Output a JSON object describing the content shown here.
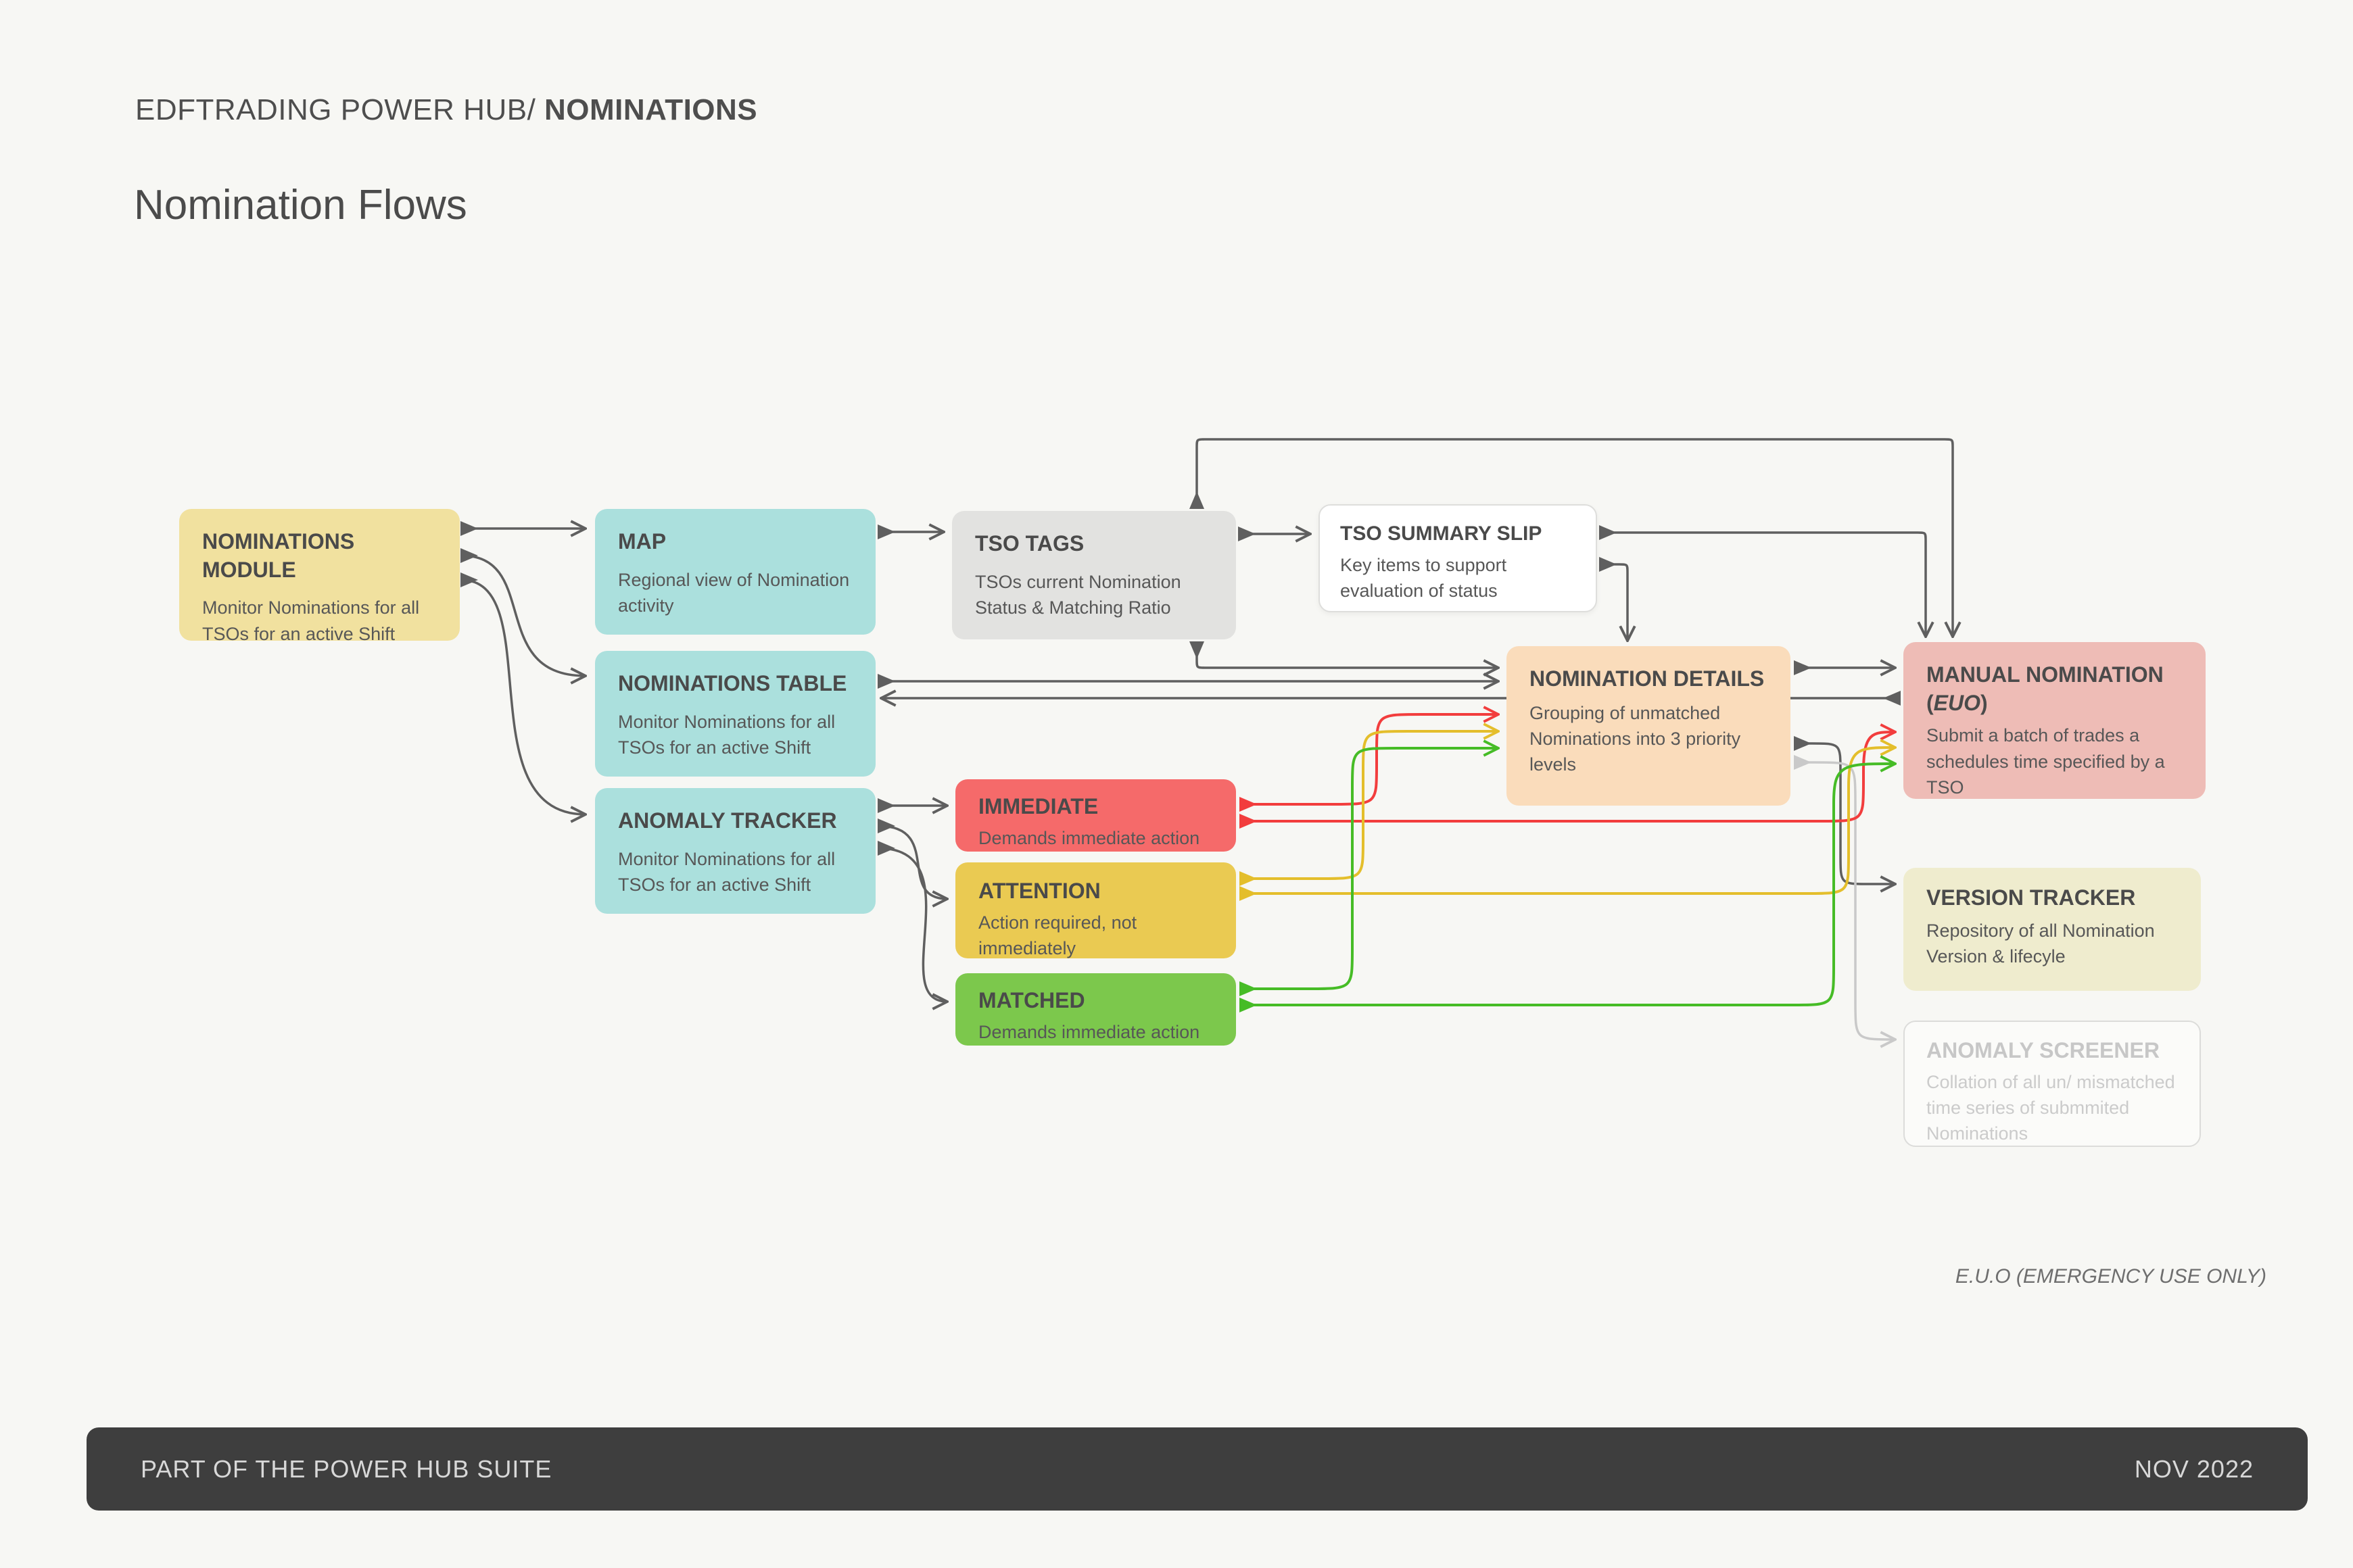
{
  "header": {
    "product": "EDFTRADING POWER HUB/ ",
    "section": "NOMINATIONS"
  },
  "page_title": "Nomination Flows",
  "footnote": "E.U.O (EMERGENCY USE ONLY)",
  "footer": {
    "left": "PART OF THE POWER HUB SUITE",
    "right": "NOV 2022"
  },
  "nodes": {
    "module": {
      "title": "NOMINATIONS MODULE",
      "desc": "Monitor Nominations for all TSOs for an active Shift"
    },
    "map": {
      "title": "MAP",
      "desc": "Regional view of Nomination activity"
    },
    "table": {
      "title": "NOMINATIONS TABLE",
      "desc": "Monitor Nominations for all TSOs for an active Shift"
    },
    "tracker": {
      "title": "ANOMALY TRACKER",
      "desc": "Monitor Nominations for all TSOs for an active Shift"
    },
    "tags": {
      "title": "TSO TAGS",
      "desc": "TSOs current Nomination Status & Matching Ratio"
    },
    "slip": {
      "title": "TSO SUMMARY SLIP",
      "desc": "Key items to support evaluation of status"
    },
    "details": {
      "title": "NOMINATION DETAILS",
      "desc": "Grouping of unmatched Nominations into 3 priority levels"
    },
    "manual": {
      "title_pre": "MANUAL NOMINATION (",
      "title_euo": "EUO",
      "title_post": ")",
      "desc": "Submit a batch of trades a schedules time specified by a TSO"
    },
    "immediate": {
      "title": "IMMEDIATE",
      "desc": "Demands immediate action"
    },
    "attention": {
      "title": "ATTENTION",
      "desc": "Action required, not immediately"
    },
    "matched": {
      "title": "MATCHED",
      "desc": "Demands immediate action"
    },
    "version": {
      "title": "VERSION TRACKER",
      "desc": "Repository of all Nomination Version & lifecyle"
    },
    "screener": {
      "title": "ANOMALY SCREENER",
      "desc": "Collation of all un/ mismatched time series of submmited Nominations"
    }
  },
  "colors": {
    "background": "#F7F7F4",
    "node_module": "#F1E19F",
    "node_teal": "#ABE0DD",
    "node_tags": "#E2E2E0",
    "node_details": "#FADCBB",
    "node_manual": "#EEBCB6",
    "node_immediate": "#F56A6A",
    "node_attention": "#EACA52",
    "node_matched": "#7CC84C",
    "node_version": "#EFECCE",
    "line_dark": "#5F5F5F",
    "line_muted": "#C9C9C9",
    "line_red": "#F23D3D",
    "line_yellow": "#E4BE2B",
    "line_green": "#46BC26",
    "footer_bg": "#3E3E3E"
  }
}
